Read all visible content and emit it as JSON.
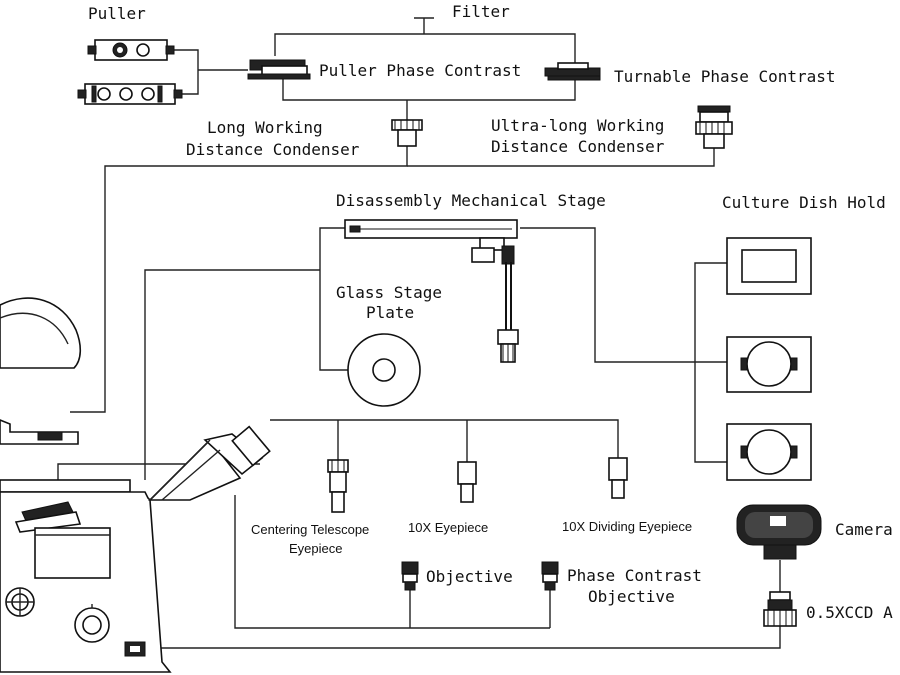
{
  "labels": {
    "filter": "Filter",
    "puller": "Puller",
    "puller_phase_contrast": "Puller Phase Contrast",
    "turnable_phase_contrast": "Turnable Phase Contrast",
    "long_working_line1": "Long Working",
    "long_working_line2": "Distance Condenser",
    "ultra_long_line1": "Ultra-long Working",
    "ultra_long_line2": "Distance Condenser",
    "disassembly_stage": "Disassembly Mechanical Stage",
    "culture_dish_holder": "Culture Dish Hold",
    "glass_stage_line1": "Glass Stage",
    "glass_stage_line2": "Plate",
    "centering_line1": "Centering Telescope",
    "centering_line2": "Eyepiece",
    "eyepiece_10x": "10X Eyepiece",
    "dividing_eyepiece_10x": "10X Dividing Eyepiece",
    "camera": "Camera",
    "objective": "Objective",
    "phase_line1": "Phase Contrast",
    "phase_line2": "Objective",
    "ccd_adapter": "0.5XCCD A"
  }
}
